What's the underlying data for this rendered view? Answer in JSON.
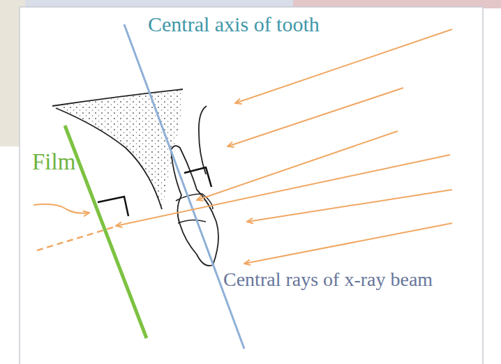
{
  "diagram": {
    "labels": [
      "Central axis of tooth",
      "Film",
      "Central rays of x-ray beam"
    ]
  }
}
